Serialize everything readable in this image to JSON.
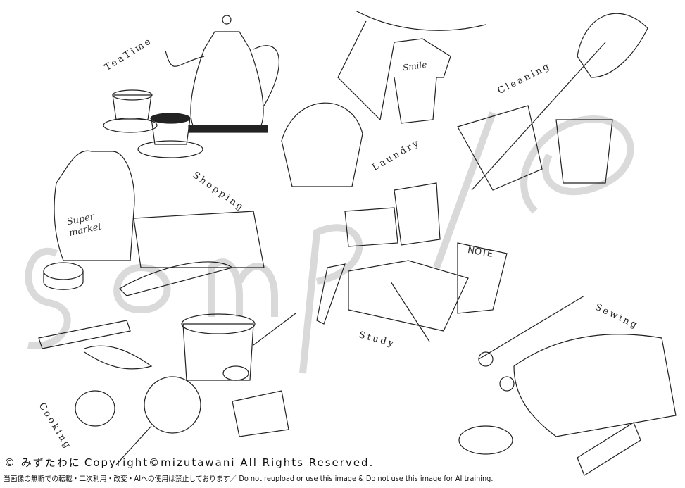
{
  "labels": {
    "teatime": "TeaTime",
    "laundry": "Laundry",
    "cleaning": "Cleaning",
    "shopping": "Shopping",
    "study": "Study",
    "sewing": "Sewing",
    "cooking": "Cooking"
  },
  "drawn_text": {
    "watermark": "sample",
    "tshirt": "Smile",
    "bag": "Super market",
    "notebook": "NOTE"
  },
  "credit": {
    "author": "© みずたわに",
    "copyright": "Copyright©mizutawani All Rights Reserved."
  },
  "notice": "当画像の無断での転載・二次利用・改変・AIへの使用は禁止しております／ Do not reupload or use this image & Do not use this image for AI training."
}
